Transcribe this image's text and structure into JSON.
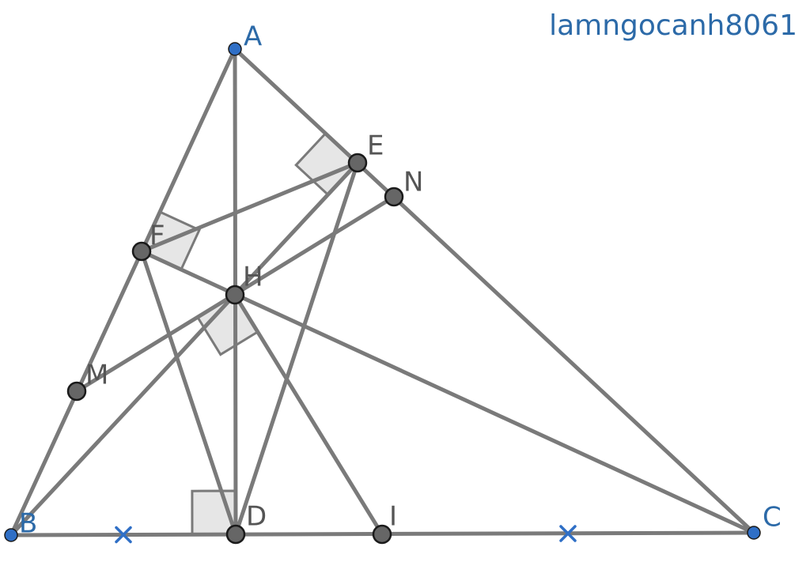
{
  "watermark": "lamngocanh8061",
  "colors": {
    "line": "#7a7a7a",
    "free_point": "#2f6fc6",
    "derived_point": "#666666",
    "label_free": "#2c6aa8",
    "label_derived": "#555555",
    "right_angle_fill": "#e6e6e6",
    "tick": "#2f6fc6"
  },
  "points": [
    {
      "id": "A",
      "label": "A",
      "kind": "free"
    },
    {
      "id": "B",
      "label": "B",
      "kind": "free"
    },
    {
      "id": "C",
      "label": "C",
      "kind": "free"
    },
    {
      "id": "D",
      "label": "D",
      "kind": "derived"
    },
    {
      "id": "E",
      "label": "E",
      "kind": "derived"
    },
    {
      "id": "F",
      "label": "F",
      "kind": "derived"
    },
    {
      "id": "H",
      "label": "H",
      "kind": "derived"
    },
    {
      "id": "M",
      "label": "M",
      "kind": "derived"
    },
    {
      "id": "N",
      "label": "N",
      "kind": "derived"
    },
    {
      "id": "I",
      "label": "I",
      "kind": "derived"
    }
  ],
  "segments": [
    [
      "A",
      "B"
    ],
    [
      "B",
      "C"
    ],
    [
      "C",
      "A"
    ],
    [
      "A",
      "D"
    ],
    [
      "B",
      "E"
    ],
    [
      "C",
      "F"
    ],
    [
      "F",
      "E"
    ],
    [
      "F",
      "D"
    ],
    [
      "E",
      "D"
    ],
    [
      "M",
      "N"
    ],
    [
      "H",
      "I"
    ]
  ],
  "right_angles": [
    {
      "vertex": "D",
      "toward": [
        "B",
        "A"
      ]
    },
    {
      "vertex": "E",
      "toward": [
        "A",
        "B"
      ]
    },
    {
      "vertex": "F",
      "toward": [
        "A",
        "C"
      ]
    },
    {
      "vertex": "H",
      "toward": [
        "M",
        "I"
      ]
    }
  ],
  "equal_marks": [
    [
      "B",
      "D"
    ],
    [
      "I",
      "C"
    ]
  ]
}
